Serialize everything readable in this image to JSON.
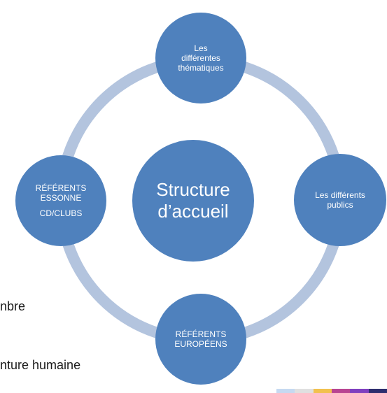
{
  "diagram": {
    "center": {
      "lines": [
        "Structure",
        "d’accueil"
      ]
    },
    "top": {
      "lines": [
        "Les",
        "différentes",
        "thématiques"
      ]
    },
    "right": {
      "lines": [
        "Les différents",
        "publics"
      ]
    },
    "bottom": {
      "lines": [
        "RÉFÉRENTS",
        "EUROPÉENS"
      ]
    },
    "left": {
      "lines": [
        "RÉFÉRENTS",
        "ESSONNE",
        "CD/CLUBS"
      ]
    }
  },
  "background_text": {
    "fragment_1": "nbre",
    "fragment_2": "nture humaine"
  },
  "colors": {
    "node_fill": "#4f81bd",
    "ring": "#b3c4de",
    "text_on_node": "#ffffff",
    "footer_strip": [
      "#c6d9f1",
      "#e0e0e0",
      "#f2c14e",
      "#b84592",
      "#7f3fbf",
      "#2d2d6e"
    ]
  }
}
